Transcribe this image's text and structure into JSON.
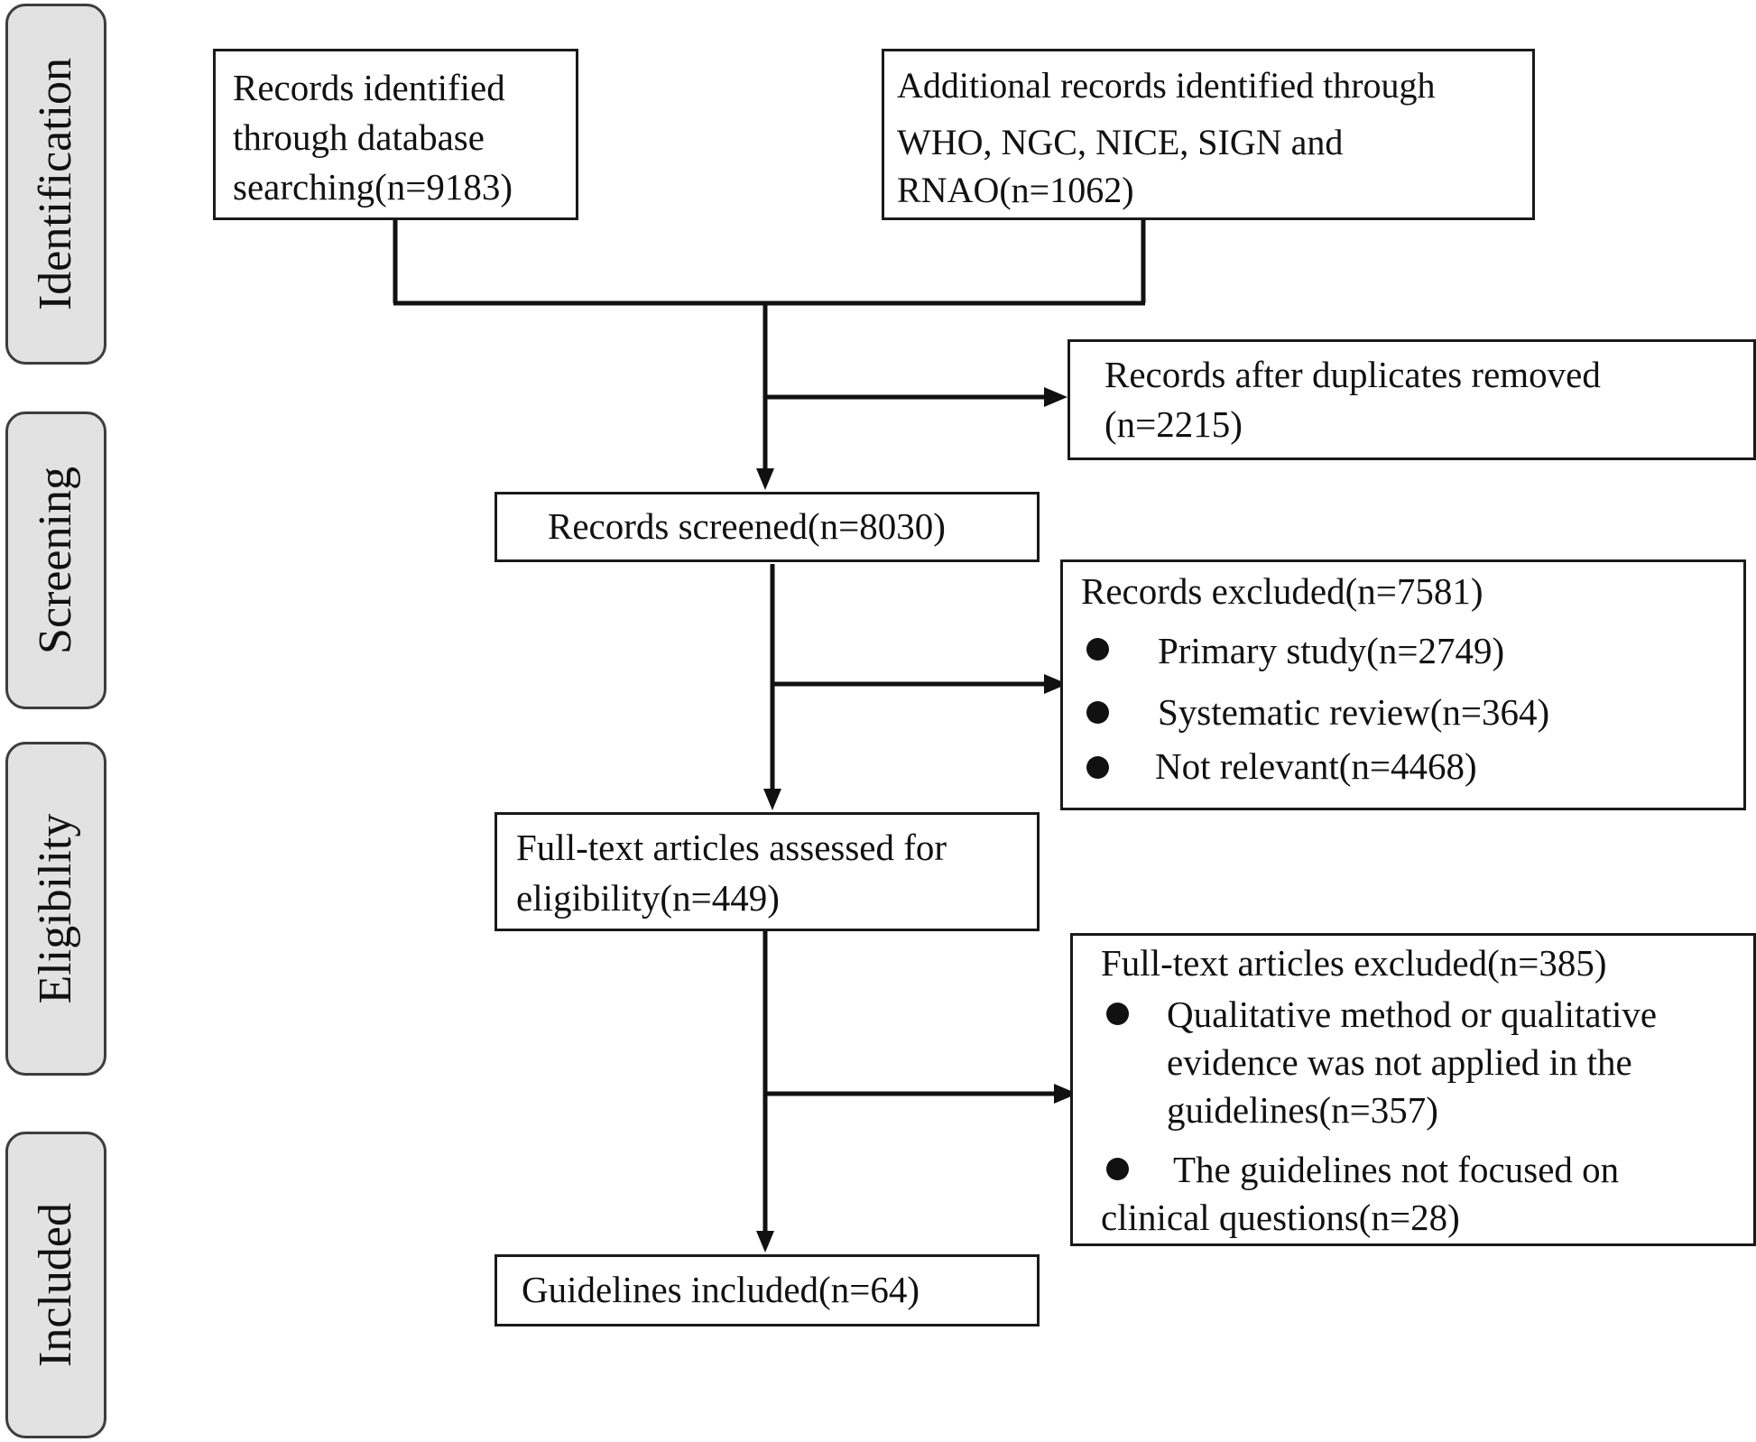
{
  "stages": {
    "identification": "Identification",
    "screening": "Screening",
    "eligibility": "Eligibility",
    "included": "Included"
  },
  "boxes": {
    "database_records": {
      "lines": [
        "Records identified",
        "through  database",
        "searching(n=9183)"
      ]
    },
    "additional_records": {
      "lines": [
        "Additional records identified   through",
        "WHO, NGC,   NICE,   SIGN   and",
        "RNAO(n=1062)"
      ]
    },
    "duplicates_removed": {
      "lines": [
        "Records after duplicates removed",
        "(n=2215)"
      ]
    },
    "records_screened": {
      "lines": [
        "Records screened(n=8030)"
      ]
    },
    "records_excluded": {
      "title": "Records excluded(n=7581)",
      "items": [
        "Primary study(n=2749)",
        "Systematic review(n=364)",
        "Not relevant(n=4468)"
      ]
    },
    "full_text_assessed": {
      "lines": [
        "Full-text articles assessed for",
        "eligibility(n=449)"
      ]
    },
    "full_text_excluded": {
      "title": "Full-text articles excluded(n=385)",
      "item1": [
        "Qualitative method or qualitative",
        "evidence was not applied in the",
        "guidelines(n=357)"
      ],
      "item2": [
        "The    guidelines not focused on",
        "clinical questions(n=28)"
      ]
    },
    "guidelines_included": {
      "lines": [
        "Guidelines included(n=64)"
      ]
    }
  }
}
